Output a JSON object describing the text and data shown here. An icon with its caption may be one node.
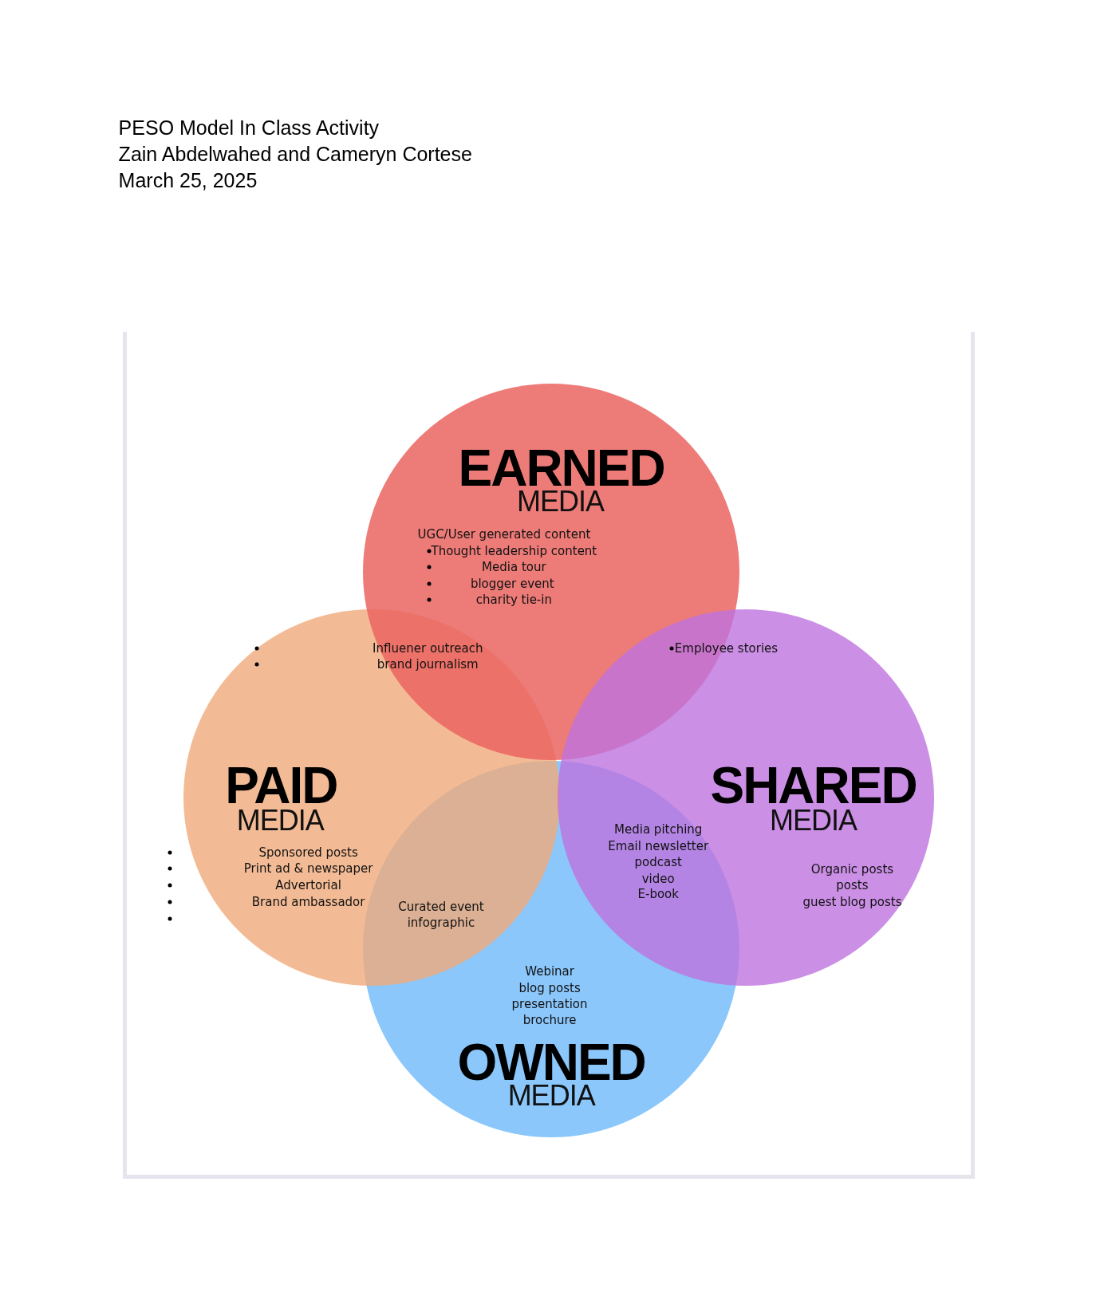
{
  "diagram": {
    "title": "PESO Model In Class Activity",
    "nodes": [
      {
        "text": [
          "EARNED",
          "MEDIA"
        ]
      },
      {
        "text": [
          "PAID",
          "MEDIA"
        ]
      },
      {
        "text": [
          "SHARED",
          "MEDIA"
        ]
      },
      {
        "text": [
          "OWNED",
          "MEDIA"
        ]
      }
    ],
    "labels": [
      "Zain Abdelwahed and Cameryn Cortese",
      "March 25, 2025",
      "UGC/User generated content",
      "Thought leadership content",
      "Media tour",
      "blogger event",
      "charity tie-in",
      "Influener outreach",
      "brand journalism",
      "Employee stories",
      "Sponsored posts",
      "Print ad & newspaper",
      "Advertorial",
      "Brand ambassador",
      "Curated event",
      "infographic",
      "Media pitching",
      "Email newsletter",
      "podcast",
      "video",
      "E-book",
      "Organic posts",
      "posts",
      "guest blog posts",
      "Webinar",
      "blog posts",
      "presentation",
      "brochure"
    ]
  }
}
